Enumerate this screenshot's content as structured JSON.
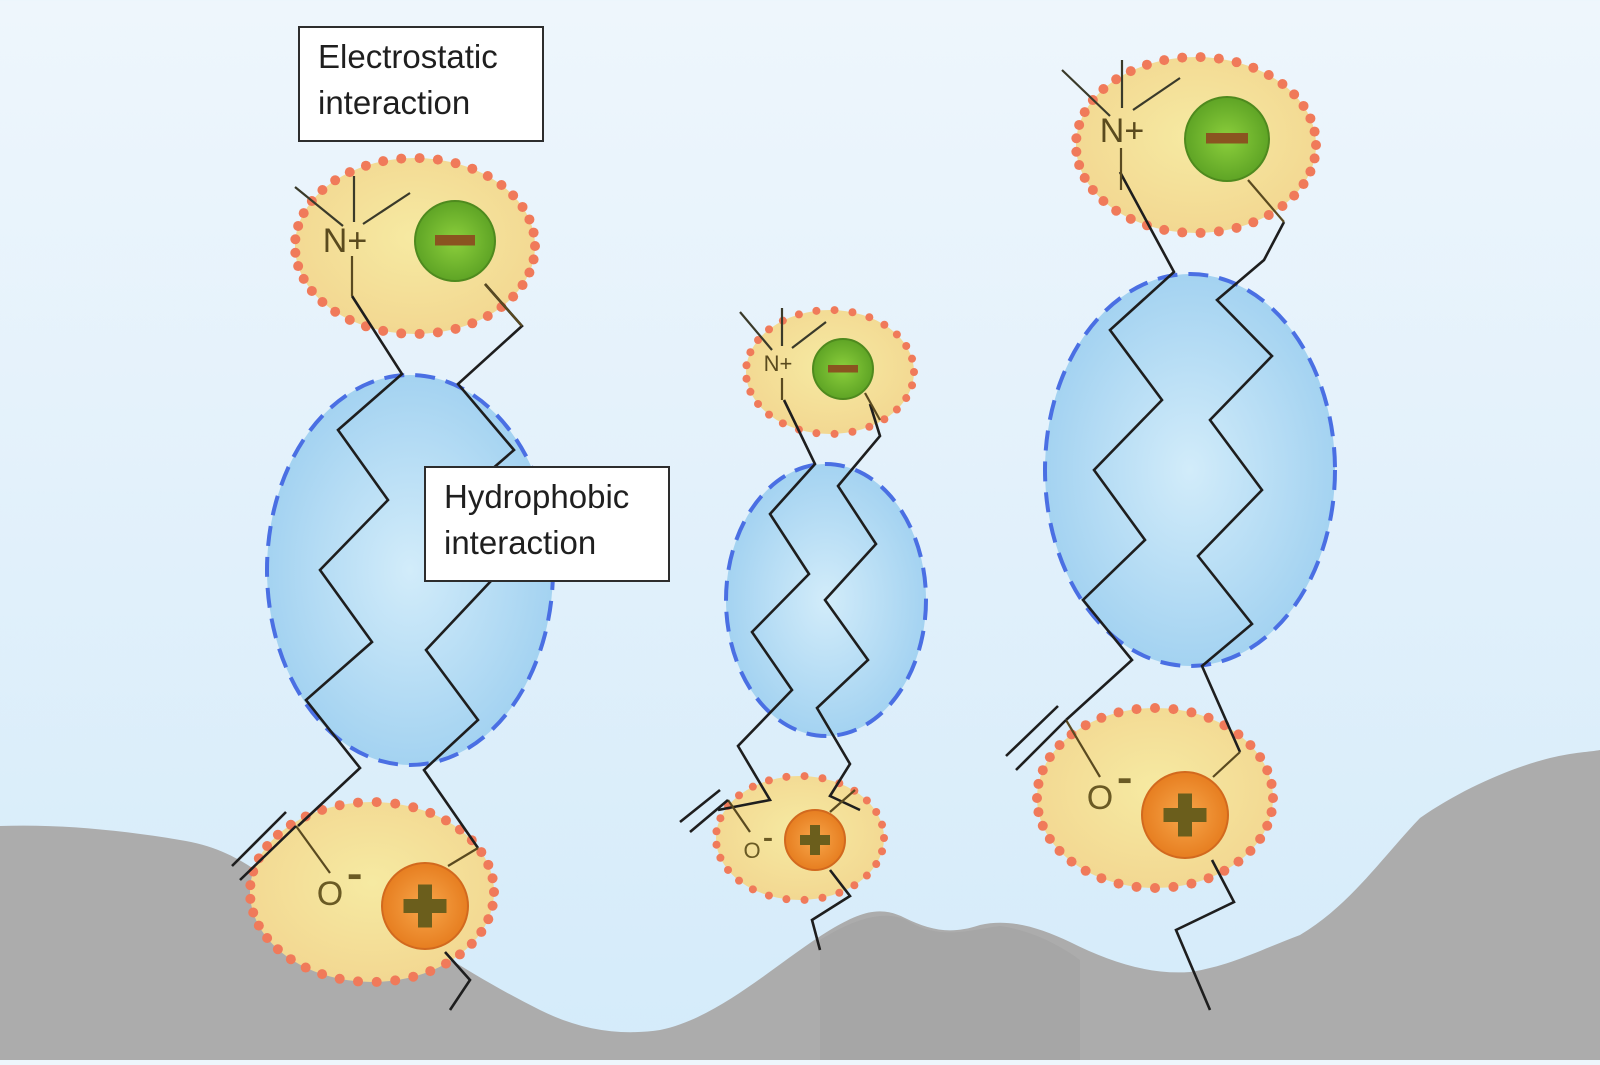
{
  "title": "Surfactant ion-pair interactions at a surface",
  "labels": {
    "electrostatic": [
      "Electrostatic",
      "interaction"
    ],
    "hydrophobic": [
      "Hydrophobic",
      "interaction"
    ]
  },
  "symbols": {
    "ammonium": "N+",
    "oxide": "O",
    "oxide_charge": "-",
    "anion_sign": "−",
    "cation_sign": "+"
  },
  "colors": {
    "background_top": "#eef6fc",
    "background_bottom": "#d4ebfa",
    "surface": "#a9a9a9",
    "halo_fill": "#f3dc9a",
    "halo_dots": "#f07a5a",
    "anion_fill": "#6cb52a",
    "anion_sign": "#8a5420",
    "cation_fill": "#ef8a2c",
    "cation_sign": "#6b5e1c",
    "hydrophobic_fill": "#a9d6f2",
    "hydrophobic_border": "#4a6fe3",
    "chain": "#1e1e1e"
  },
  "pairs": [
    {
      "name": "pair-left",
      "interactions": [
        "electrostatic-head",
        "hydrophobic-core",
        "electrostatic-tail"
      ]
    },
    {
      "name": "pair-middle",
      "interactions": [
        "electrostatic-head",
        "hydrophobic-core",
        "electrostatic-tail"
      ]
    },
    {
      "name": "pair-right",
      "interactions": [
        "electrostatic-head",
        "hydrophobic-core",
        "electrostatic-tail"
      ]
    }
  ]
}
